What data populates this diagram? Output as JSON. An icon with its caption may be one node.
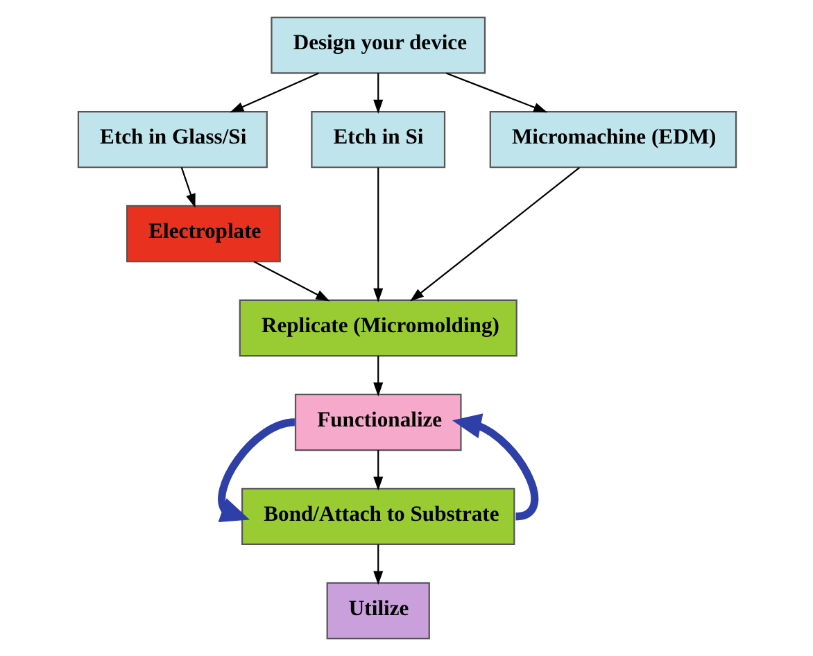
{
  "diagram": {
    "nodes": [
      {
        "text": [
          "Design your device"
        ]
      },
      {
        "text": [
          "Etch in Glass/Si"
        ]
      },
      {
        "text": [
          "Etch in Si"
        ]
      },
      {
        "text": [
          "Micromachine (EDM)"
        ]
      },
      {
        "text": [
          "Electroplate"
        ]
      },
      {
        "text": [
          "Replicate (Micromolding)"
        ]
      },
      {
        "text": [
          "Functionalize"
        ]
      },
      {
        "text": [
          "Bond/Attach to Substrate"
        ]
      },
      {
        "text": [
          "Utilize"
        ]
      }
    ],
    "edges": [
      {
        "from": 0,
        "to": 1,
        "arrow": "to"
      },
      {
        "from": 0,
        "to": 2,
        "arrow": "to"
      },
      {
        "from": 0,
        "to": 3,
        "arrow": "to"
      },
      {
        "from": 1,
        "to": 4,
        "arrow": "to"
      },
      {
        "from": 4,
        "to": 5,
        "arrow": "to"
      },
      {
        "from": 2,
        "to": 5,
        "arrow": "to"
      },
      {
        "from": 3,
        "to": 5,
        "arrow": "to"
      },
      {
        "from": 5,
        "to": 6,
        "arrow": "to"
      },
      {
        "from": 6,
        "to": 7,
        "arrow": "to"
      },
      {
        "from": 7,
        "to": 8,
        "arrow": "to"
      },
      {
        "from": 6,
        "to": 7,
        "arrow": "to",
        "style": "thick",
        "color": "#2f3fa8"
      },
      {
        "from": 7,
        "to": 6,
        "arrow": "to",
        "style": "thick",
        "color": "#2f3fa8"
      }
    ]
  }
}
